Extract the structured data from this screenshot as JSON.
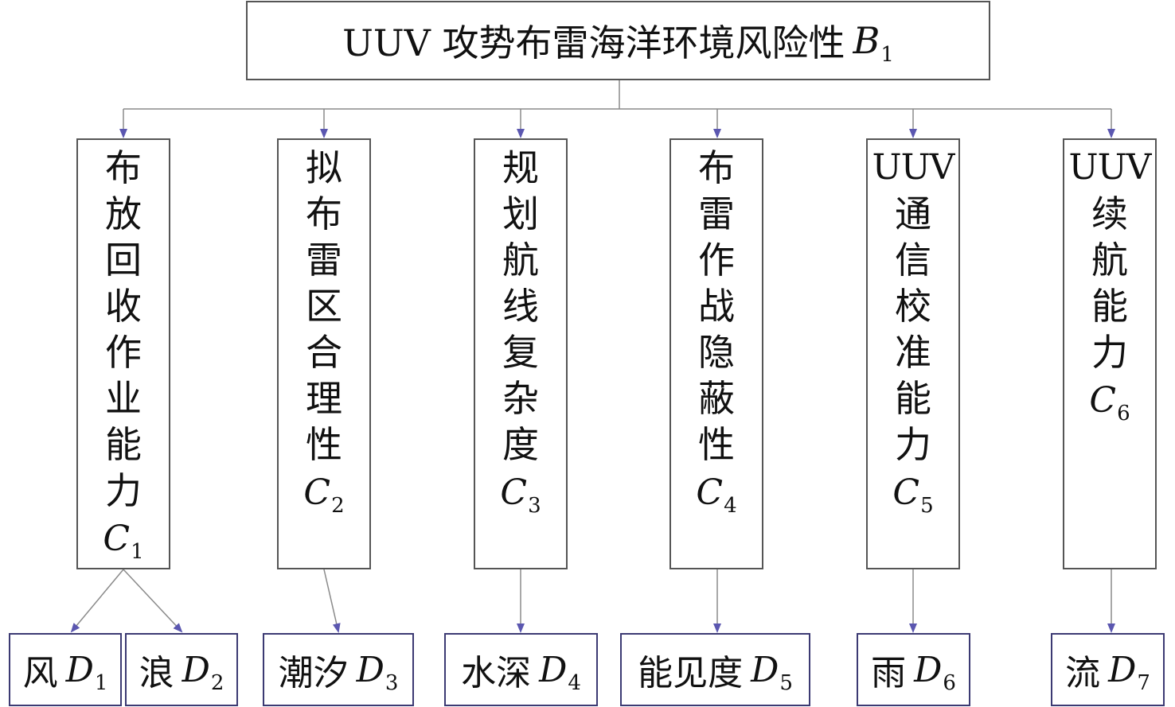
{
  "root": {
    "label": "UUV 攻势布雷海洋环境风险性",
    "symbol": "B",
    "sub": "1"
  },
  "criteria": [
    {
      "label_lines": [
        "布",
        "放",
        "回",
        "收",
        "作",
        "业",
        "能",
        "力"
      ],
      "symbol": "C",
      "sub": "1"
    },
    {
      "label_lines": [
        "拟",
        "布",
        "雷",
        "区",
        "合",
        "理",
        "性"
      ],
      "symbol": "C",
      "sub": "2"
    },
    {
      "label_lines": [
        "规",
        "划",
        "航",
        "线",
        "复",
        "杂",
        "度"
      ],
      "symbol": "C",
      "sub": "3"
    },
    {
      "label_lines": [
        "布",
        "雷",
        "作",
        "战",
        "隐",
        "蔽",
        "性"
      ],
      "symbol": "C",
      "sub": "4"
    },
    {
      "label_lines": [
        "UUV",
        "通",
        "信",
        "校",
        "准",
        "能",
        "力"
      ],
      "symbol": "C",
      "sub": "5"
    },
    {
      "label_lines": [
        "UUV",
        "续",
        "航",
        "能",
        "力"
      ],
      "symbol": "C",
      "sub": "6"
    }
  ],
  "factors": [
    {
      "label": "风",
      "symbol": "D",
      "sub": "1"
    },
    {
      "label": "浪",
      "symbol": "D",
      "sub": "2"
    },
    {
      "label": "潮汐",
      "symbol": "D",
      "sub": "3"
    },
    {
      "label": "水深",
      "symbol": "D",
      "sub": "4"
    },
    {
      "label": "能见度",
      "symbol": "D",
      "sub": "5"
    },
    {
      "label": "雨",
      "symbol": "D",
      "sub": "6"
    },
    {
      "label": "流",
      "symbol": "D",
      "sub": "7"
    }
  ],
  "colors": {
    "box_border": "#555555",
    "leaf_border": "#3c3a73",
    "line": "#8a8a8a",
    "arrow": "#5b57b0"
  }
}
